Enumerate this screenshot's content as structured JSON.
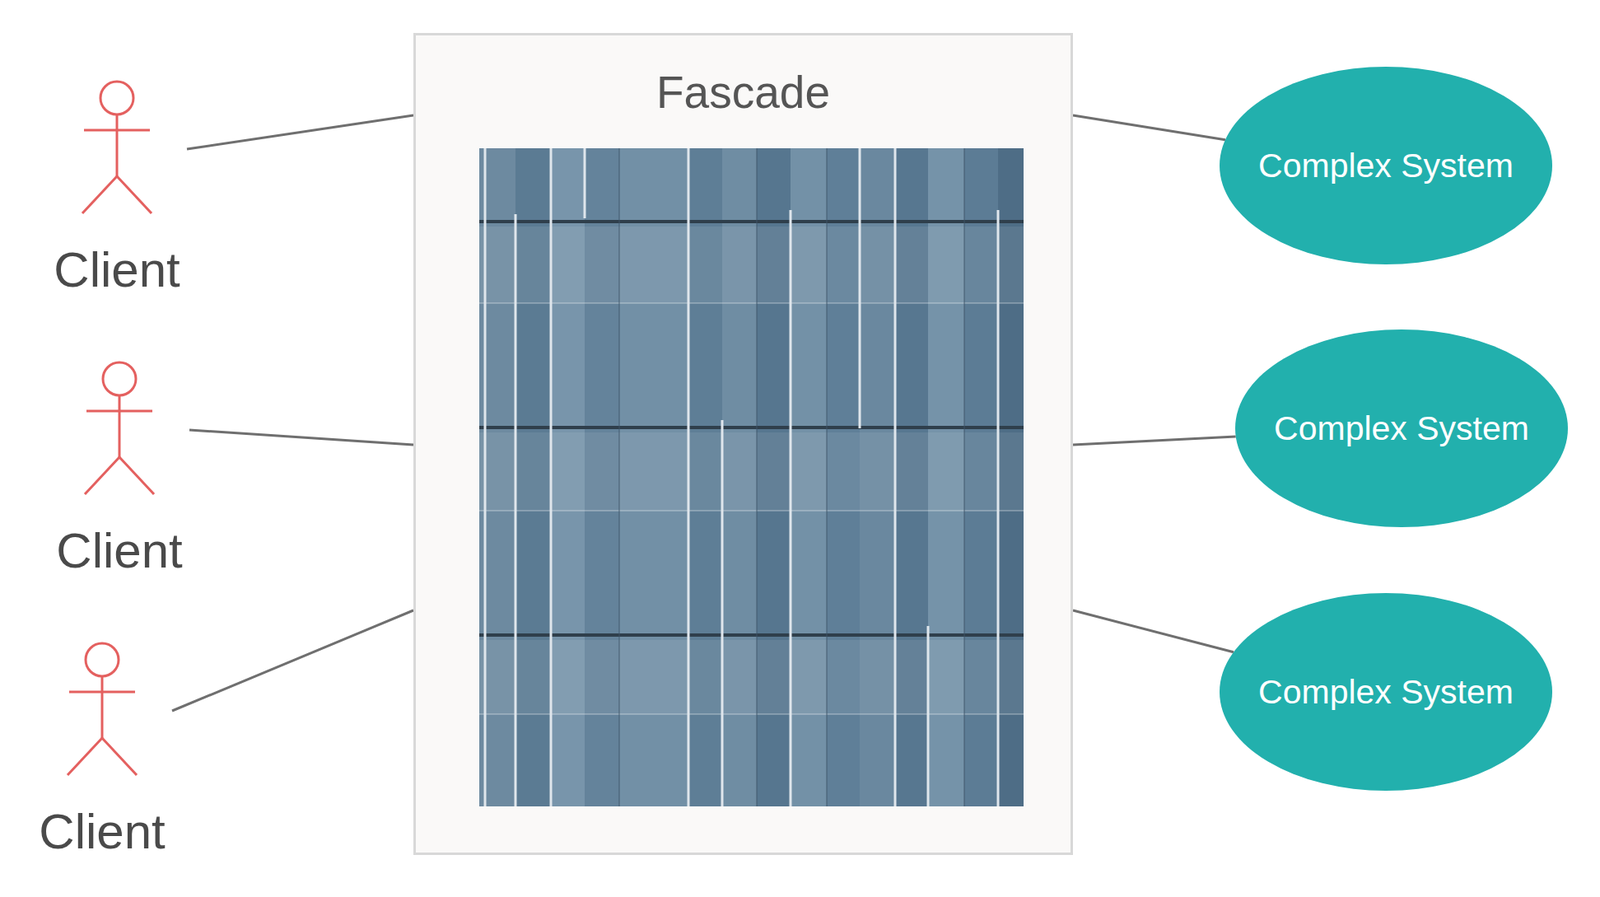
{
  "diagram": {
    "nodes": [
      {
        "text": [
          "Client"
        ]
      },
      {
        "text": [
          "Client"
        ]
      },
      {
        "text": [
          "Client"
        ]
      },
      {
        "text": [
          "Fascade"
        ]
      },
      {
        "text": [
          "Complex System"
        ]
      },
      {
        "text": [
          "Complex System"
        ]
      },
      {
        "text": [
          "Complex System"
        ]
      }
    ],
    "edges": [
      {
        "from": 0,
        "to": 3,
        "arrow": "none"
      },
      {
        "from": 1,
        "to": 3,
        "arrow": "none"
      },
      {
        "from": 2,
        "to": 3,
        "arrow": "none"
      },
      {
        "from": 3,
        "to": 4,
        "arrow": "none"
      },
      {
        "from": 3,
        "to": 5,
        "arrow": "none"
      },
      {
        "from": 3,
        "to": 6,
        "arrow": "none"
      }
    ]
  }
}
